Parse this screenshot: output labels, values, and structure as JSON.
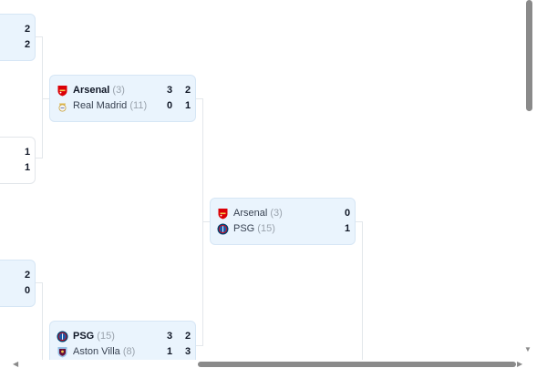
{
  "left_partial": [
    {
      "top": "2",
      "bottom": "2"
    },
    {
      "top": "1",
      "bottom": "1"
    },
    {
      "top": "2",
      "bottom": "0"
    }
  ],
  "matches": {
    "qf1": {
      "team1": {
        "name": "Arsenal",
        "seed": "(3)",
        "s1": "3",
        "s2": "2"
      },
      "team2": {
        "name": "Real Madrid",
        "seed": "(11)",
        "s1": "0",
        "s2": "1"
      }
    },
    "qf2": {
      "team1": {
        "name": "PSG",
        "seed": "(15)",
        "s1": "3",
        "s2": "2"
      },
      "team2": {
        "name": "Aston Villa",
        "seed": "(8)",
        "s1": "1",
        "s2": "3"
      }
    },
    "sf": {
      "team1": {
        "name": "Arsenal",
        "seed": "(3)",
        "score": "0"
      },
      "team2": {
        "name": "PSG",
        "seed": "(15)",
        "score": "1"
      }
    }
  },
  "colors": {
    "card_bg": "#eaf4fd",
    "arsenal_red": "#db0007",
    "psg_navy": "#004170",
    "villa_claret": "#95bfe5"
  },
  "icons": [
    "arsenal-crest-icon",
    "real-madrid-crest-icon",
    "psg-crest-icon",
    "aston-villa-crest-icon",
    "scroll-down-arrow-icon",
    "scroll-left-arrow-icon",
    "scroll-right-arrow-icon"
  ]
}
